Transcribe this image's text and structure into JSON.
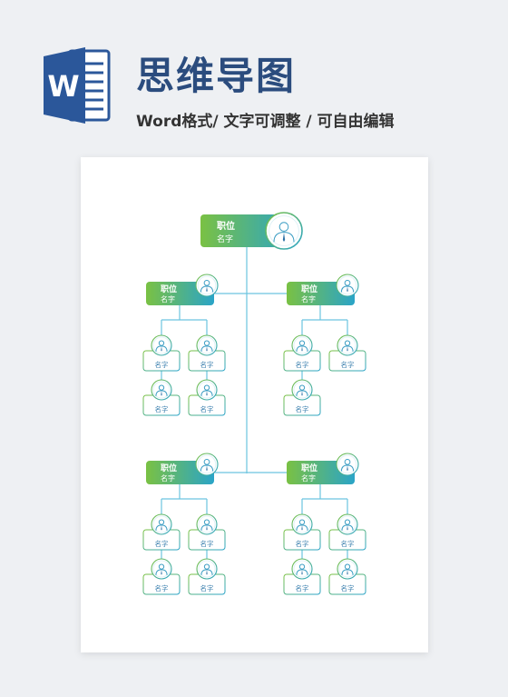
{
  "header": {
    "title": "思维导图",
    "subtitle": "Word格式/ 文字可调整 / 可自由编辑"
  },
  "colors": {
    "title": "#2b4c7e",
    "word_blue": "#2b579a",
    "gradient_start": "#7ac143",
    "gradient_end": "#2aa4c8",
    "line": "#6cc4e0"
  },
  "icons": [
    "word-logo-icon",
    "person-avatar-icon"
  ],
  "root": {
    "position": "职位",
    "name": "名字"
  },
  "groups": [
    {
      "position": "职位",
      "name": "名字",
      "members": [
        "名字",
        "名字",
        "名字",
        "名字"
      ]
    },
    {
      "position": "职位",
      "name": "名字",
      "members": [
        "名字",
        "名字",
        "名字"
      ]
    },
    {
      "position": "职位",
      "name": "名字",
      "members": [
        "名字",
        "名字",
        "名字",
        "名字"
      ]
    },
    {
      "position": "职位",
      "name": "名字",
      "members": [
        "名字",
        "名字",
        "名字",
        "名字"
      ]
    }
  ]
}
